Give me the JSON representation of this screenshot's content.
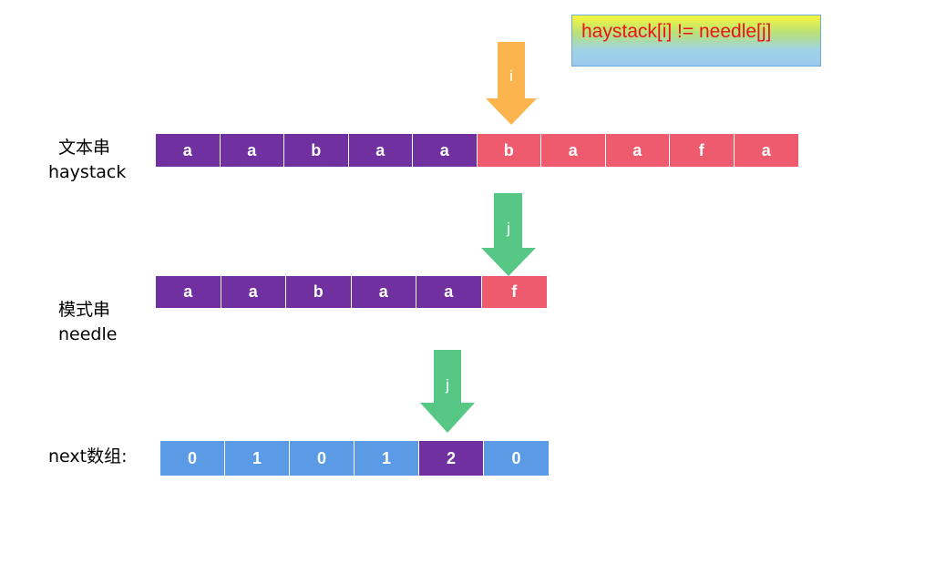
{
  "callout": {
    "text": "haystack[i] != needle[j]"
  },
  "haystack": {
    "label_cn": "文本串",
    "label_en": "haystack",
    "cells": [
      "a",
      "a",
      "b",
      "a",
      "a",
      "b",
      "a",
      "a",
      "f",
      "a"
    ],
    "highlight_from": 5
  },
  "needle": {
    "label_cn": "模式串",
    "label_en": "needle",
    "cells": [
      "a",
      "a",
      "b",
      "a",
      "a",
      "f"
    ],
    "highlight_index": 5
  },
  "next": {
    "label": "next数组:",
    "cells": [
      "0",
      "1",
      "0",
      "1",
      "2",
      "0"
    ],
    "highlight_index": 4
  },
  "arrows": {
    "i": {
      "label": "i"
    },
    "j_needle": {
      "label": "j"
    },
    "j_next": {
      "label": "j"
    }
  },
  "colors": {
    "purple": "#7030a0",
    "pink": "#ee5b6e",
    "blue": "#5b9be6",
    "orange": "#fbb44e",
    "green": "#57c785",
    "callout_text": "#e8151a"
  }
}
